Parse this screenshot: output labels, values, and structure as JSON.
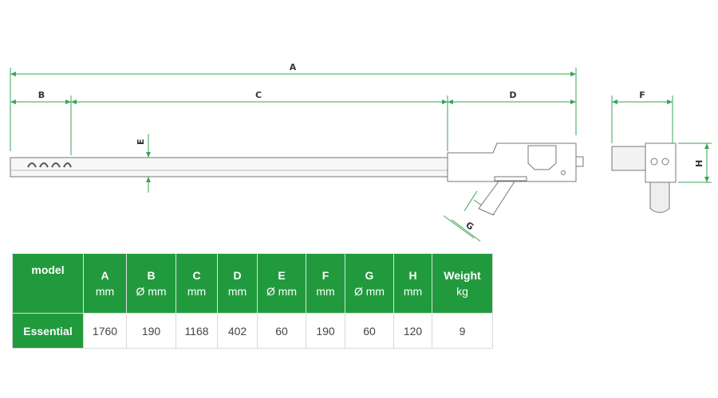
{
  "diagram": {
    "labels": {
      "A": "A",
      "B": "B",
      "C": "C",
      "D": "D",
      "E": "E",
      "F": "F",
      "G": "G",
      "H": "H"
    }
  },
  "colors": {
    "green": "#219a3d",
    "dim_line": "#3aa655",
    "outline": "#777777"
  },
  "table": {
    "headers": [
      {
        "name": "model",
        "unit": ""
      },
      {
        "name": "A",
        "unit": "mm"
      },
      {
        "name": "B",
        "unit": "Ø mm"
      },
      {
        "name": "C",
        "unit": "mm"
      },
      {
        "name": "D",
        "unit": "mm"
      },
      {
        "name": "E",
        "unit": "Ø mm"
      },
      {
        "name": "F",
        "unit": "mm"
      },
      {
        "name": "G",
        "unit": "Ø mm"
      },
      {
        "name": "H",
        "unit": "mm"
      },
      {
        "name": "Weight",
        "unit": "kg"
      }
    ],
    "rows": [
      [
        "Essential",
        "1760",
        "190",
        "1168",
        "402",
        "60",
        "190",
        "60",
        "120",
        "9"
      ]
    ]
  }
}
